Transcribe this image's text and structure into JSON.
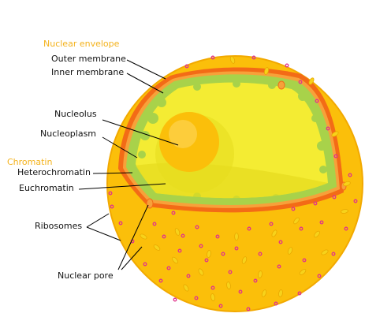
{
  "colors": {
    "cytoplasm": "#fbbf0a",
    "cytoplasm_edge": "#f2a900",
    "nucleoplasm": "#f4ec33",
    "nucleoplasm_shadow": "#e6dc1e",
    "chromatin": "#a8d24a",
    "membrane_outer": "#f36b16",
    "membrane_inner": "#f7a13a",
    "nucleolus": "#fbbf0a",
    "nucleolus_highlight": "#ffd75c",
    "ribosome": "#e0348c",
    "category_text": "#f4b21b"
  },
  "icons": [
    "nucleus-diagram"
  ],
  "categories": {
    "nuclear_envelope": "Nuclear envelope",
    "chromatin": "Chromatin"
  },
  "labels": {
    "outer_membrane": "Outer membrane",
    "inner_membrane": "Inner membrane",
    "nucleolus": "Nucleolus",
    "nucleoplasm": "Nucleoplasm",
    "heterochromatin": "Heterochromatin",
    "euchromatin": "Euchromatin",
    "ribosomes": "Ribosomes",
    "nuclear_pore": "Nuclear pore"
  }
}
